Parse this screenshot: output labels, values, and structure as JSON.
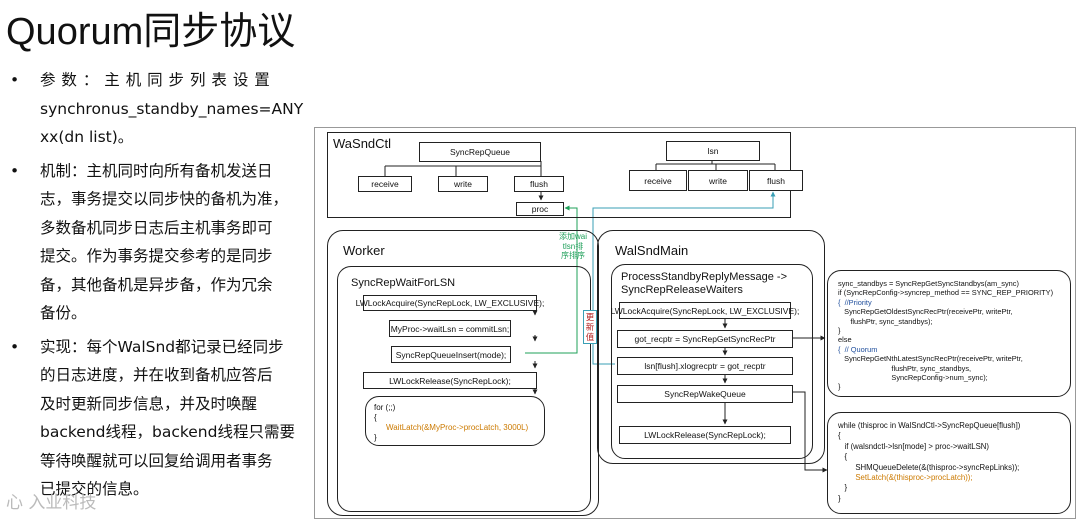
{
  "title": "Quorum同步协议",
  "bullets": [
    {
      "lines": [
        "参 数 ： 主 机 同 步 列 表 设 置",
        "synchronus_standby_names=ANY",
        "xx(dn list)。"
      ]
    },
    {
      "lines": [
        "机制：主机同时向所有备机发送日",
        "志，事务提交以同步快的备机为准，",
        "多数备机同步日志后主机事务即可",
        "提交。作为事务提交参考的是同步",
        "备，其他备机是异步备，作为冗余",
        "备份。"
      ]
    },
    {
      "lines": [
        "实现：每个WalSnd都记录已经同步",
        "的日志进度，并在收到备机应答后",
        "及时更新同步信息，并及时唤醒",
        "backend线程，backend线程只需要",
        "等待唤醒就可以回复给调用者事务",
        "已提交的信息。"
      ]
    }
  ],
  "bullet_symbol": "•",
  "watermark": "心 入业科技",
  "diagram": {
    "wasndctl": {
      "label": "WaSndCtl",
      "queue": "SyncRepQueue",
      "queue_items": [
        "receive",
        "write",
        "flush"
      ],
      "proc": "proc",
      "lsn": "lsn",
      "lsn_items": [
        "receive",
        "write",
        "flush"
      ]
    },
    "green_note": "添加waitlsn排序排序",
    "red_note": "更新值",
    "worker": {
      "label": "Worker",
      "func": "SyncRepWaitForLSN",
      "steps": [
        "LWLockAcquire(SyncRepLock, LW_EXCLUSIVE);",
        "MyProc->waitLsn = commitLsn;",
        "SyncRepQueueInsert(mode);",
        "LWLockRelease(SyncRepLock);"
      ],
      "loop_lines": [
        "for (;;)",
        "{",
        "WaitLatch(&MyProc->procLatch, 3000L)",
        "}"
      ]
    },
    "walsndmain": {
      "label": "WalSndMain",
      "func_line1": "ProcessStandbyReplyMessage ->",
      "func_line2": "SyncRepReleaseWaiters",
      "steps": [
        "LWLockAcquire(SyncRepLock, LW_EXCLUSIVE);",
        "got_recptr = SyncRepGetSyncRecPtr",
        "lsn[flush].xlogrecptr = got_recptr",
        "SyncRepWakeQueue",
        "LWLockRelease(SyncRepLock);"
      ]
    },
    "code1": [
      "sync_standbys = SyncRepGetSyncStandbys(am_sync)",
      "if (SyncRepConfig->syncrep_method == SYNC_REP_PRIORITY)",
      "{  //Priority",
      "   SyncRepGetOldestSyncRecPtr(receivePtr, writePtr,",
      "      flushPtr, sync_standbys);",
      "}",
      "else",
      "{  // Quorum",
      "   SyncRepGetNthLatestSyncRecPtr(receivePtr, writePtr,",
      "                          flushPtr, sync_standbys,",
      "                          SyncRepConfig->num_sync);",
      "}"
    ],
    "code2": [
      "while (thisproc in WalSndCtl->SyncRepQueue[flush])",
      "{",
      "   if (walsndctl->lsn[mode] > proc->waitLSN)",
      "   {",
      "        SHMQueueDelete(&(thisproc->syncRepLinks));",
      "        SetLatch(&(thisproc->procLatch));",
      "   }",
      "}"
    ]
  }
}
